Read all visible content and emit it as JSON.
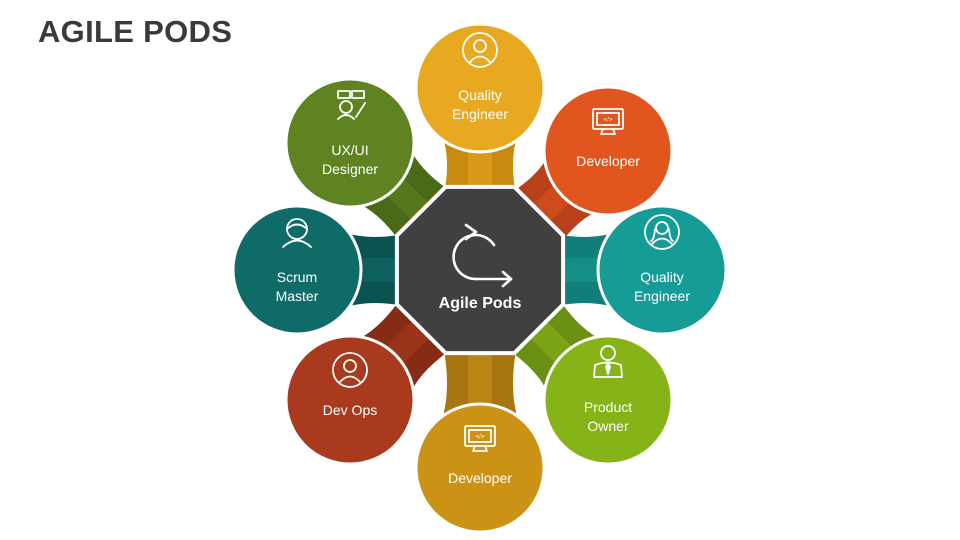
{
  "title": "AGILE PODS",
  "center": {
    "label": "Agile Pods",
    "icon": "agile-cycle-icon",
    "color": "#404040"
  },
  "nodes": [
    {
      "id": "quality-engineer-top",
      "lines": [
        "Quality",
        "Engineer"
      ],
      "icon": "user-icon",
      "color": "#E8A820",
      "connector": "#C98A10"
    },
    {
      "id": "developer-top",
      "lines": [
        "Developer"
      ],
      "icon": "monitor-code-icon",
      "color": "#E0561E",
      "connector": "#B8401A"
    },
    {
      "id": "quality-engineer-right",
      "lines": [
        "Quality",
        "Engineer"
      ],
      "icon": "female-user-icon",
      "color": "#169C96",
      "connector": "#127E79"
    },
    {
      "id": "product-owner",
      "lines": [
        "Product",
        "Owner"
      ],
      "icon": "businessman-icon",
      "color": "#86B318",
      "connector": "#6A9012"
    },
    {
      "id": "developer-bottom",
      "lines": [
        "Developer"
      ],
      "icon": "monitor-code-icon",
      "color": "#CC9216",
      "connector": "#A87510"
    },
    {
      "id": "dev-ops",
      "lines": [
        "Dev Ops"
      ],
      "icon": "user-icon",
      "color": "#A93A1E",
      "connector": "#862C16"
    },
    {
      "id": "scrum-master",
      "lines": [
        "Scrum",
        "Master"
      ],
      "icon": "user-headset-icon",
      "color": "#0F6B67",
      "connector": "#0B5350"
    },
    {
      "id": "ux-ui-designer",
      "lines": [
        "UX/UI",
        "Designer"
      ],
      "icon": "designer-icon",
      "color": "#5E8320",
      "connector": "#4A6A18"
    }
  ]
}
